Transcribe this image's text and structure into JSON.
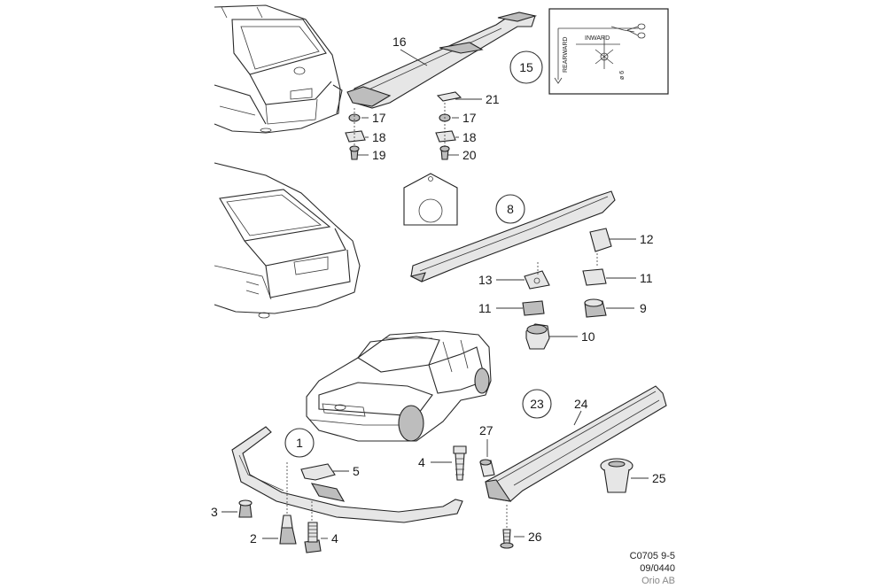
{
  "callouts": {
    "c1": "1",
    "c2": "2",
    "c3": "3",
    "c4a": "4",
    "c4b": "4",
    "c5": "5",
    "c8": "8",
    "c9": "9",
    "c10": "10",
    "c11a": "11",
    "c11b": "11",
    "c12": "12",
    "c13": "13",
    "c15": "15",
    "c16": "16",
    "c17a": "17",
    "c17b": "17",
    "c18a": "18",
    "c18b": "18",
    "c19": "19",
    "c20": "20",
    "c21": "21",
    "c23": "23",
    "c24": "24",
    "c25": "25",
    "c26": "26",
    "c27": "27"
  },
  "inset": {
    "inward_label": "INWARD",
    "rearward_label": "REARWARD",
    "hole_label": "ø 6"
  },
  "footer": {
    "code": "C0705 9-5",
    "date": "09/0440",
    "company": "Orio AB"
  }
}
